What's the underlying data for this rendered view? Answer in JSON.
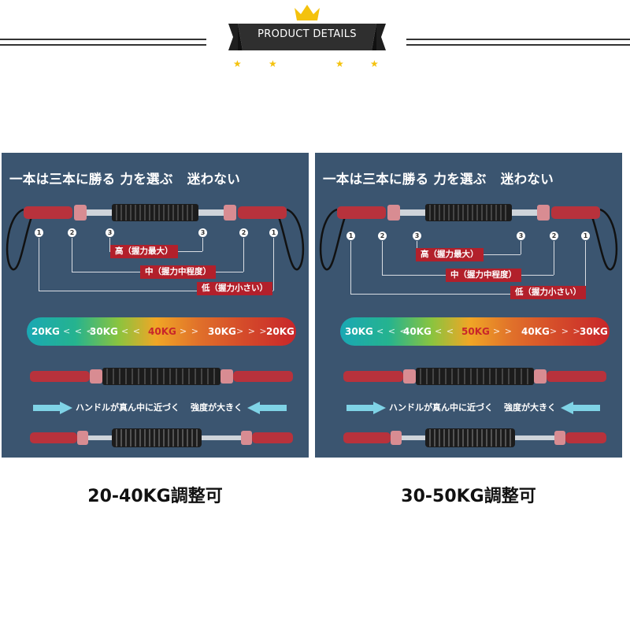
{
  "header": {
    "title": "PRODUCT DETAILS",
    "accent_color": "#f4c20d",
    "banner_color": "#2f2f2f",
    "icons": [
      "crown-icon",
      "star-icon"
    ]
  },
  "panels": [
    {
      "slogan_part1": "一本は三本に勝る",
      "slogan_part2": "力を選ぶ",
      "slogan_part3": "迷わない",
      "markers": [
        "1",
        "2",
        "3",
        "3",
        "2",
        "1"
      ],
      "levels": {
        "high": "高（握力最大）",
        "medium": "中（握力中程度）",
        "low": "低（握力小さい）"
      },
      "gradient": [
        "20KG",
        "30KG",
        "40KG",
        "30KG",
        "20KG"
      ],
      "chevrons_left": "< < <",
      "chevrons_right": "> > >",
      "hint_left": "ハンドルが真ん中に近づく",
      "hint_right": "強度が大きく",
      "caption": "20-40KG調整可"
    },
    {
      "slogan_part1": "一本は三本に勝る",
      "slogan_part2": "力を選ぶ",
      "slogan_part3": "迷わない",
      "markers": [
        "1",
        "2",
        "3",
        "3",
        "2",
        "1"
      ],
      "levels": {
        "high": "高（握力最大）",
        "medium": "中（握力中程度）",
        "low": "低（握力小さい）"
      },
      "gradient": [
        "30KG",
        "40KG",
        "50KG",
        "40KG",
        "30KG"
      ],
      "chevrons_left": "< < <",
      "chevrons_right": "> > >",
      "hint_left": "ハンドルが真ん中に近づく",
      "hint_right": "強度が大きく",
      "caption": "30-50KG調整可"
    }
  ],
  "colors": {
    "panel_bg": "#3b5570",
    "tag_red": "#b2202b",
    "handle_red": "#b8323c",
    "arrow_cyan": "#7fd3e6"
  }
}
